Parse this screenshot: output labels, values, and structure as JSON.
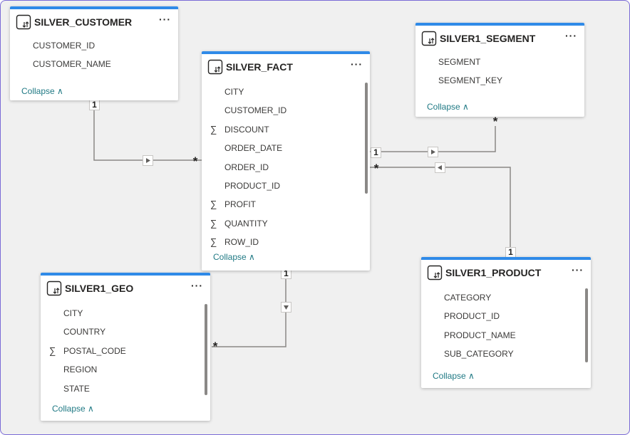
{
  "tables": {
    "silver_customer": {
      "title": "SILVER_CUSTOMER",
      "fields": [
        {
          "name": "CUSTOMER_ID",
          "sigma": ""
        },
        {
          "name": "CUSTOMER_NAME",
          "sigma": ""
        }
      ],
      "collapse": "Collapse ∧"
    },
    "silver_fact": {
      "title": "SILVER_FACT",
      "fields": [
        {
          "name": "CITY",
          "sigma": ""
        },
        {
          "name": "CUSTOMER_ID",
          "sigma": ""
        },
        {
          "name": "DISCOUNT",
          "sigma": "∑"
        },
        {
          "name": "ORDER_DATE",
          "sigma": ""
        },
        {
          "name": "ORDER_ID",
          "sigma": ""
        },
        {
          "name": "PRODUCT_ID",
          "sigma": ""
        },
        {
          "name": "PROFIT",
          "sigma": "∑"
        },
        {
          "name": "QUANTITY",
          "sigma": "∑"
        },
        {
          "name": "ROW_ID",
          "sigma": "∑"
        }
      ],
      "collapse": "Collapse ∧"
    },
    "silver1_segment": {
      "title": "SILVER1_SEGMENT",
      "fields": [
        {
          "name": "SEGMENT",
          "sigma": ""
        },
        {
          "name": "SEGMENT_KEY",
          "sigma": ""
        }
      ],
      "collapse": "Collapse ∧"
    },
    "silver1_geo": {
      "title": "SILVER1_GEO",
      "fields": [
        {
          "name": "CITY",
          "sigma": ""
        },
        {
          "name": "COUNTRY",
          "sigma": ""
        },
        {
          "name": "POSTAL_CODE",
          "sigma": "∑"
        },
        {
          "name": "REGION",
          "sigma": ""
        },
        {
          "name": "STATE",
          "sigma": ""
        }
      ],
      "collapse": "Collapse ∧"
    },
    "silver1_product": {
      "title": "SILVER1_PRODUCT",
      "fields": [
        {
          "name": "CATEGORY",
          "sigma": ""
        },
        {
          "name": "PRODUCT_ID",
          "sigma": ""
        },
        {
          "name": "PRODUCT_NAME",
          "sigma": ""
        },
        {
          "name": "SUB_CATEGORY",
          "sigma": ""
        }
      ],
      "collapse": "Collapse ∧"
    }
  },
  "menu_glyph": "···",
  "cardinality": {
    "one": "1",
    "many": "*"
  },
  "colors": {
    "accent": "#2f8ae8",
    "canvas": "#f0f0f0",
    "link": "#217a85",
    "line": "#8a8886"
  },
  "icons": {
    "table": "table-icon",
    "more": "more-options-icon",
    "arrow": "filter-direction-arrow-icon"
  }
}
